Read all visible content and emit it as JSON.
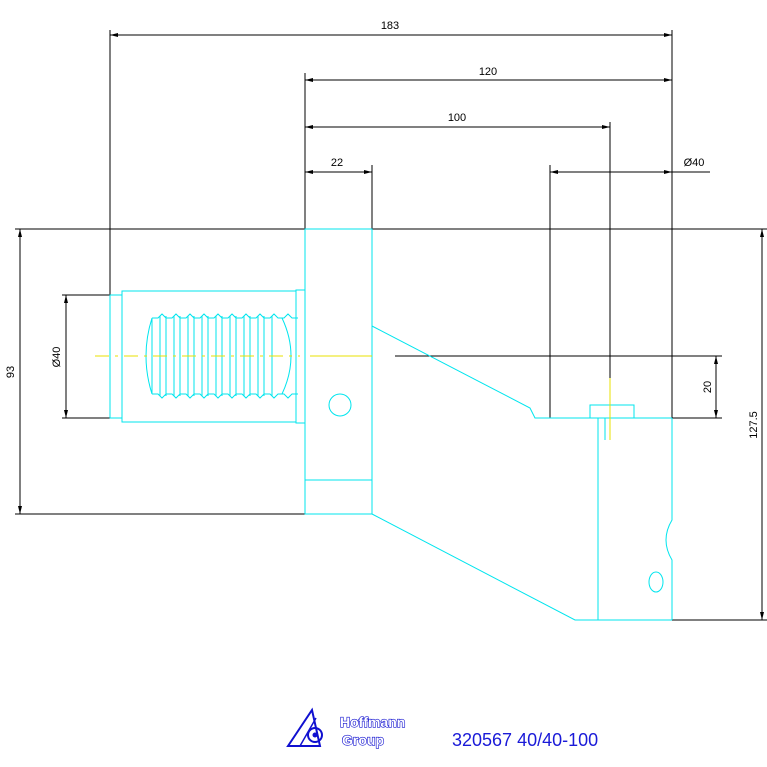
{
  "dimensions": {
    "overall_length": "183",
    "shank_to_end": "120",
    "to_center": "100",
    "flange_width": "22",
    "bore_diameter": "Ø40",
    "shank_diameter": "Ø40",
    "height": "93",
    "center_offset": "20",
    "total_height": "127.5"
  },
  "brand": {
    "line1": "Hoffmann",
    "line2": "Group",
    "color": "#1010d0"
  },
  "product": {
    "code": "320567 40/40-100"
  },
  "colors": {
    "part": "#00e5ee",
    "centerline": "#e8e000",
    "dimension": "#000000"
  }
}
